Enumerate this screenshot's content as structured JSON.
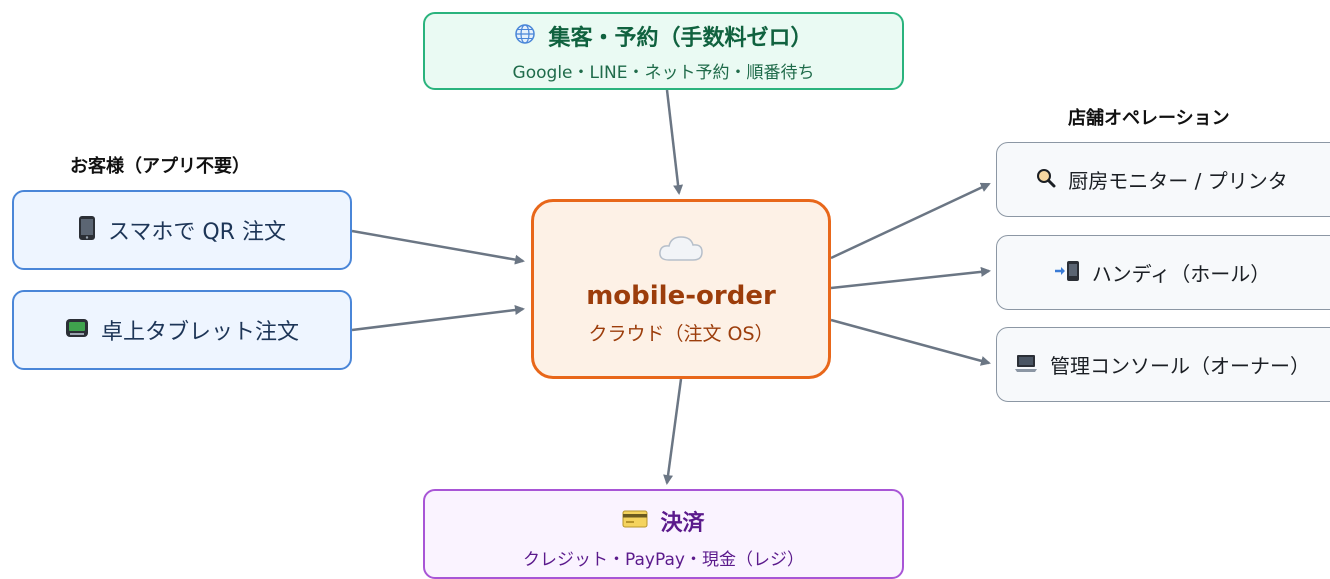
{
  "chart_data": {
    "type": "diagram",
    "nodes": [
      {
        "id": "qr",
        "group": "customer",
        "icon": "phone-icon",
        "label": "スマホで QR 注文"
      },
      {
        "id": "tablet",
        "group": "customer",
        "icon": "tablet-icon",
        "label": "卓上タブレット注文"
      },
      {
        "id": "marketing",
        "icon": "globe-icon",
        "label": "集客・予約（手数料ゼロ）",
        "sublabel": "Google・LINE・ネット予約・順番待ち"
      },
      {
        "id": "core",
        "icon": "cloud-icon",
        "label": "mobile-order",
        "sublabel": "クラウド（注文 OS）"
      },
      {
        "id": "payment",
        "icon": "credit-card-icon",
        "label": "決済",
        "sublabel": "クレジット・PayPay・現金（レジ）"
      },
      {
        "id": "kitchen",
        "group": "store",
        "icon": "magnifier-icon",
        "label": "厨房モニター / プリンタ"
      },
      {
        "id": "handy",
        "group": "store",
        "icon": "handheld-arrow-icon",
        "label": "ハンディ（ホール）"
      },
      {
        "id": "console",
        "group": "store",
        "icon": "laptop-icon",
        "label": "管理コンソール（オーナー）"
      }
    ],
    "groups": {
      "customer": "お客様（アプリ不要）",
      "store": "店舗オペレーション"
    },
    "edges": [
      {
        "from": "qr",
        "to": "core"
      },
      {
        "from": "tablet",
        "to": "core"
      },
      {
        "from": "marketing",
        "to": "core"
      },
      {
        "from": "core",
        "to": "payment"
      },
      {
        "from": "core",
        "to": "kitchen"
      },
      {
        "from": "core",
        "to": "handy"
      },
      {
        "from": "core",
        "to": "console"
      }
    ]
  },
  "colors": {
    "arrow": "#6b7684",
    "customer_border": "#4a86d8",
    "customer_fill": "#eef5ff",
    "marketing_border": "#2ab37d",
    "marketing_fill": "#eafaf3",
    "core_border": "#e8671a",
    "core_fill": "#fdf1e6",
    "payment_border": "#a855d6",
    "payment_fill": "#faf3ff",
    "store_border": "#8c97a4",
    "store_fill": "#f7f9fb"
  }
}
